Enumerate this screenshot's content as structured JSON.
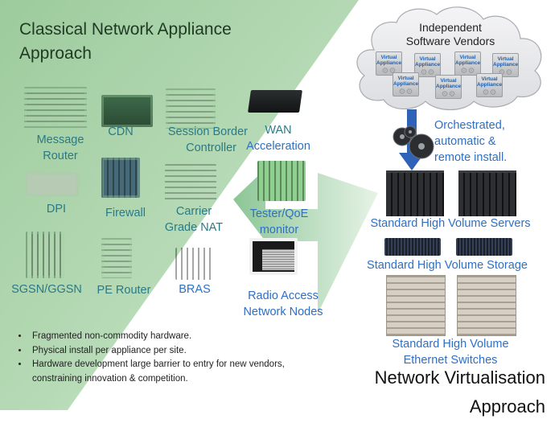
{
  "left_panel": {
    "title_line1": "Classical Network Appliance",
    "title_line2": "Approach",
    "appliances": [
      {
        "label_line1": "Message",
        "label_line2": "Router",
        "icon": "appliance-chassis-icon"
      },
      {
        "label_line1": "CDN",
        "label_line2": "",
        "icon": "appliance-chassis-icon"
      },
      {
        "label_line1": "Session Border",
        "label_line2": "Controller",
        "icon": "appliance-chassis-icon"
      },
      {
        "label_line1": "WAN",
        "label_line2": "Acceleration",
        "icon": "appliance-chassis-icon"
      },
      {
        "label_line1": "DPI",
        "label_line2": "",
        "icon": "appliance-chassis-icon"
      },
      {
        "label_line1": "Firewall",
        "label_line2": "",
        "icon": "appliance-chassis-icon"
      },
      {
        "label_line1": "Carrier",
        "label_line2": "Grade NAT",
        "icon": "appliance-chassis-icon"
      },
      {
        "label_line1": "Tester/QoE",
        "label_line2": "monitor",
        "icon": "appliance-chassis-icon"
      },
      {
        "label_line1": "SGSN/GGSN",
        "label_line2": "",
        "icon": "appliance-chassis-icon"
      },
      {
        "label_line1": "PE Router",
        "label_line2": "",
        "icon": "appliance-chassis-icon"
      },
      {
        "label_line1": "BRAS",
        "label_line2": "",
        "icon": "appliance-chassis-icon"
      },
      {
        "label_line1": "Radio Access",
        "label_line2": "Network Nodes",
        "icon": "appliance-chassis-icon"
      }
    ],
    "bullets": [
      "Fragmented non-commodity hardware.",
      "Physical install per appliance per site.",
      "Hardware development large barrier to entry for new vendors, constraining innovation & competition."
    ]
  },
  "right_panel": {
    "cloud_title_line1": "Independent",
    "cloud_title_line2": "Software Vendors",
    "virtual_appliance_label_line1": "Virtual",
    "virtual_appliance_label_line2": "Appliance",
    "virtual_appliance_count": 7,
    "orchestration_line1": "Orchestrated,",
    "orchestration_line2": "automatic &",
    "orchestration_line3": "remote install.",
    "servers_label": "Standard High Volume Servers",
    "storage_label": "Standard High Volume Storage",
    "switches_label_line1": "Standard High Volume",
    "switches_label_line2": "Ethernet Switches",
    "title_line1": "Network Virtualisation",
    "title_line2": "Approach"
  },
  "colors": {
    "green_panel": "#a8d3a8",
    "teal_label": "#2a7a86",
    "blue_label": "#2f6fc4",
    "arrow_blue": "#2e63b8"
  }
}
